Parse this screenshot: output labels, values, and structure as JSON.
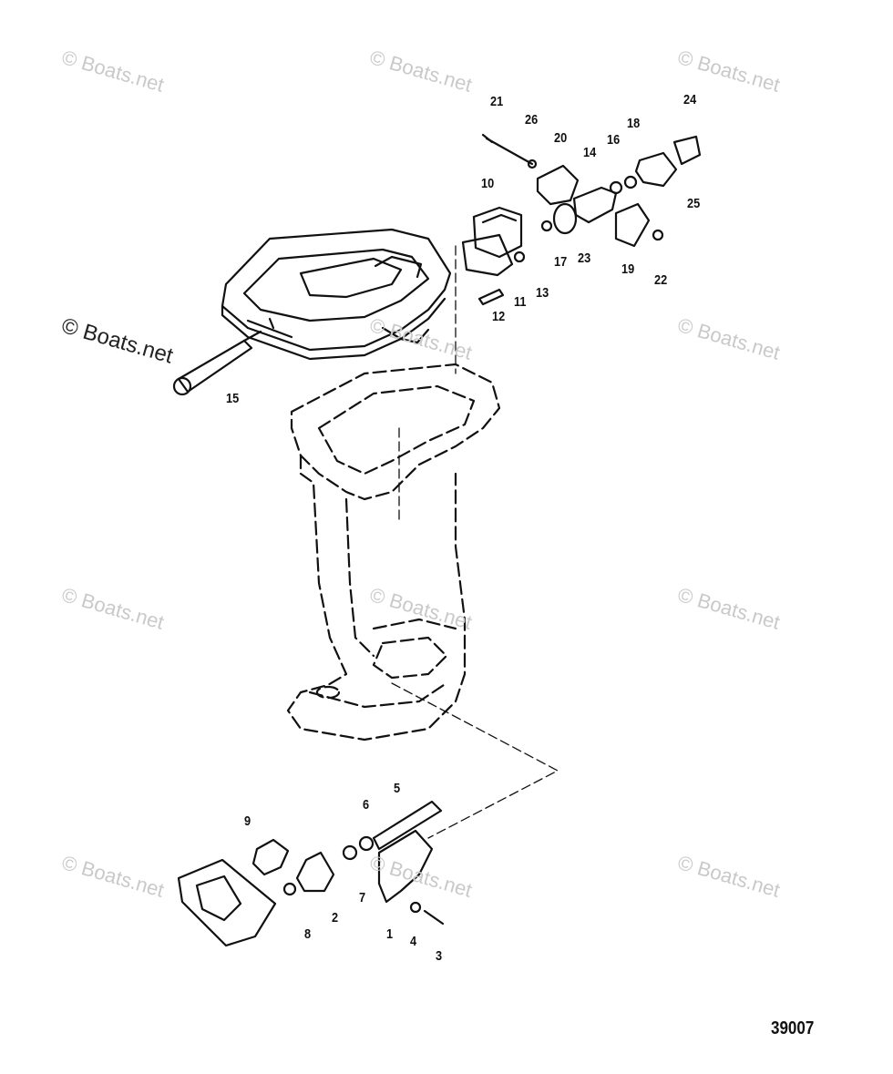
{
  "watermarks": {
    "brand": "© Boats.net"
  },
  "callouts": {
    "c1": "1",
    "c2": "2",
    "c3": "3",
    "c4": "4",
    "c5": "5",
    "c6": "6",
    "c7": "7",
    "c8": "8",
    "c9": "9",
    "c10": "10",
    "c11": "11",
    "c12": "12",
    "c13": "13",
    "c14": "14",
    "c15": "15",
    "c16": "16",
    "c17": "17",
    "c18": "18",
    "c19": "19",
    "c20": "20",
    "c21": "21",
    "c22": "22",
    "c23": "23",
    "c24": "24",
    "c25": "25",
    "c26": "26"
  },
  "diagram_id": "39007"
}
